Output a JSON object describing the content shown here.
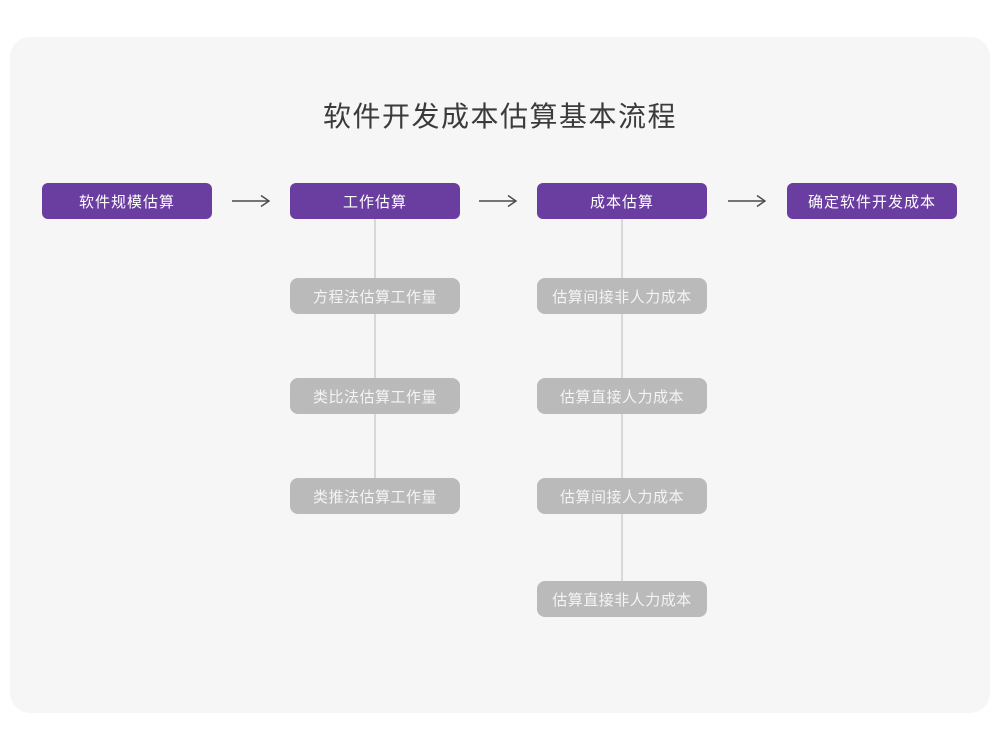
{
  "title": "软件开发成本估算基本流程",
  "colors": {
    "page_bg": "#ffffff",
    "card_bg": "#f6f6f7",
    "primary": "#6a3da0",
    "gray_node": "#bababa",
    "connector": "#d8d8d8",
    "arrow": "#4a4a4a",
    "title_text": "#3b3b3b",
    "node_text": "#ffffff",
    "gray_node_text": "#f4f4f4"
  },
  "flow": {
    "main_steps": [
      "软件规模估算",
      "工作估算",
      "成本估算",
      "确定软件开发成本"
    ],
    "work_branch": [
      "方程法估算工作量",
      "类比法估算工作量",
      "类推法估算工作量"
    ],
    "cost_branch": [
      "估算间接非人力成本",
      "估算直接人力成本",
      "估算间接人力成本",
      "估算直接非人力成本"
    ]
  }
}
